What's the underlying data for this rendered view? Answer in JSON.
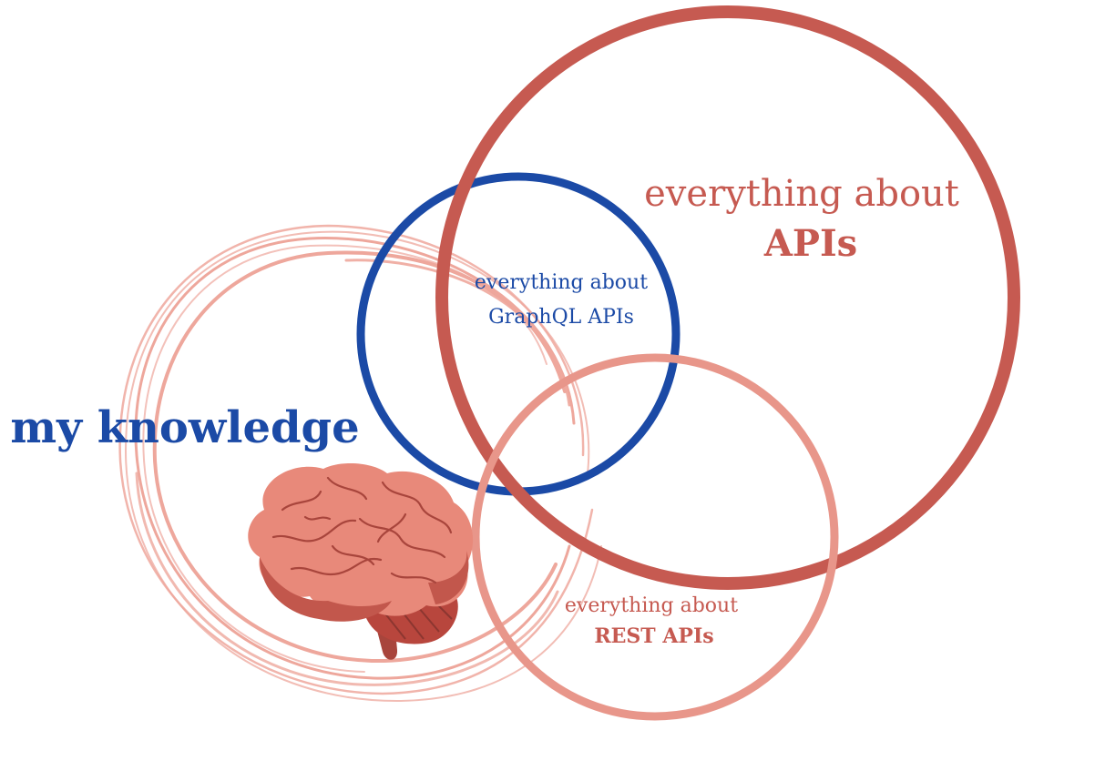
{
  "diagram": {
    "apis_label": {
      "line1": "everything about",
      "line2": "APIs"
    },
    "graphql_label": {
      "line1": "everything about",
      "line2": "GraphQL APIs"
    },
    "rest_label": {
      "line1": "everything about",
      "line2": "REST APIs"
    },
    "knowledge_label": "my knowledge",
    "illustration": "brain-icon",
    "colors": {
      "apis": "#c65a51",
      "graphql": "#1b4aa6",
      "rest": "#e8968a",
      "knowledge_swirl": "#eea79c",
      "knowledge_text": "#1b4aa6",
      "brain_main": "#e8897a",
      "brain_dark": "#c2574c",
      "brain_lines": "#a8453c"
    }
  }
}
